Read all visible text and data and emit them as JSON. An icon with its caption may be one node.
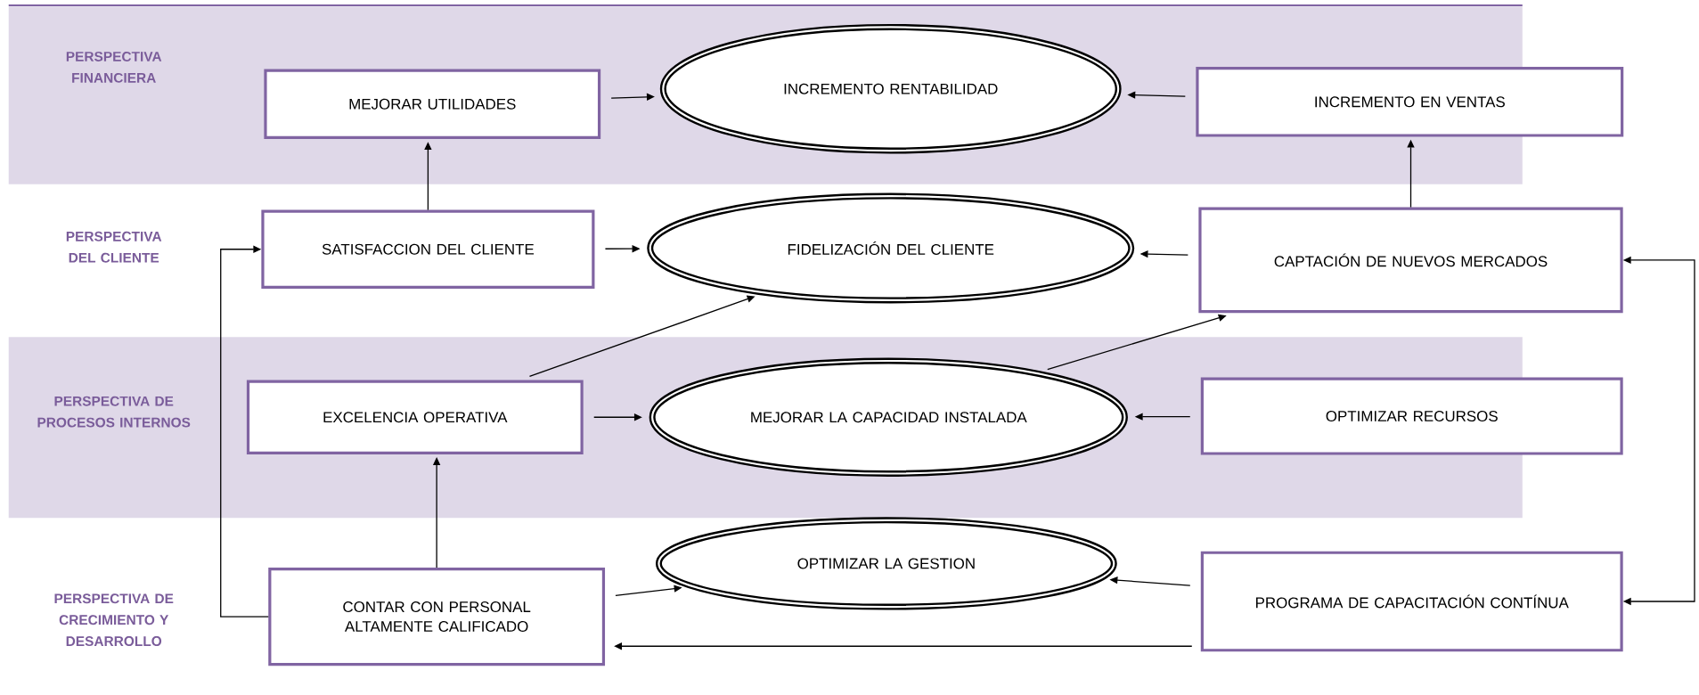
{
  "diagram": {
    "nodes": [
      {
        "text": [
          "MEJORAR UTILIDADES"
        ]
      },
      {
        "text": [
          "INCREMENTO RENTABILIDAD"
        ]
      },
      {
        "text": [
          "INCREMENTO EN VENTAS"
        ]
      },
      {
        "text": [
          "SATISFACCION DEL CLIENTE"
        ]
      },
      {
        "text": [
          "FIDELIZACIÓN DEL CLIENTE"
        ]
      },
      {
        "text": [
          "CAPTACIÓN DE NUEVOS MERCADOS"
        ]
      },
      {
        "text": [
          "EXCELENCIA OPERATIVA"
        ]
      },
      {
        "text": [
          "MEJORAR LA CAPACIDAD INSTALADA"
        ]
      },
      {
        "text": [
          "OPTIMIZAR RECURSOS"
        ]
      },
      {
        "text": [
          "OPTIMIZAR LA GESTION"
        ]
      },
      {
        "text": [
          "CONTAR CON PERSONAL ALTAMENTE CALIFICADO"
        ]
      },
      {
        "text": [
          "PROGRAMA DE CAPACITACIÓN CONTÍNUA"
        ]
      }
    ],
    "edges": [
      {
        "from": 0,
        "to": 1,
        "arrow": "to"
      },
      {
        "from": 2,
        "to": 1,
        "arrow": "to"
      },
      {
        "from": 3,
        "to": 0,
        "arrow": "to"
      },
      {
        "from": 3,
        "to": 4,
        "arrow": "to"
      },
      {
        "from": 5,
        "to": 4,
        "arrow": "to"
      },
      {
        "from": 5,
        "to": 2,
        "arrow": "to"
      },
      {
        "from": 6,
        "to": 4,
        "arrow": "to"
      },
      {
        "from": 6,
        "to": 7,
        "arrow": "to"
      },
      {
        "from": 8,
        "to": 7,
        "arrow": "to"
      },
      {
        "from": 7,
        "to": 5,
        "arrow": "to"
      },
      {
        "from": 10,
        "to": 6,
        "arrow": "to"
      },
      {
        "from": 10,
        "to": 9,
        "arrow": "to"
      },
      {
        "from": 11,
        "to": 9,
        "arrow": "to"
      },
      {
        "from": 11,
        "to": 10,
        "arrow": "to"
      },
      {
        "from": 10,
        "to": 3,
        "arrow": "to"
      },
      {
        "from": 11,
        "to": 5,
        "arrow": "both"
      }
    ],
    "labels": [
      "PERSPECTIVA FINANCIERA",
      "PERSPECTIVA DEL CLIENTE",
      "PERSPECTIVA DE PROCESOS INTERNOS",
      "PERSPECTIVA DE CRECIMIENTO Y DESARROLLO"
    ]
  }
}
